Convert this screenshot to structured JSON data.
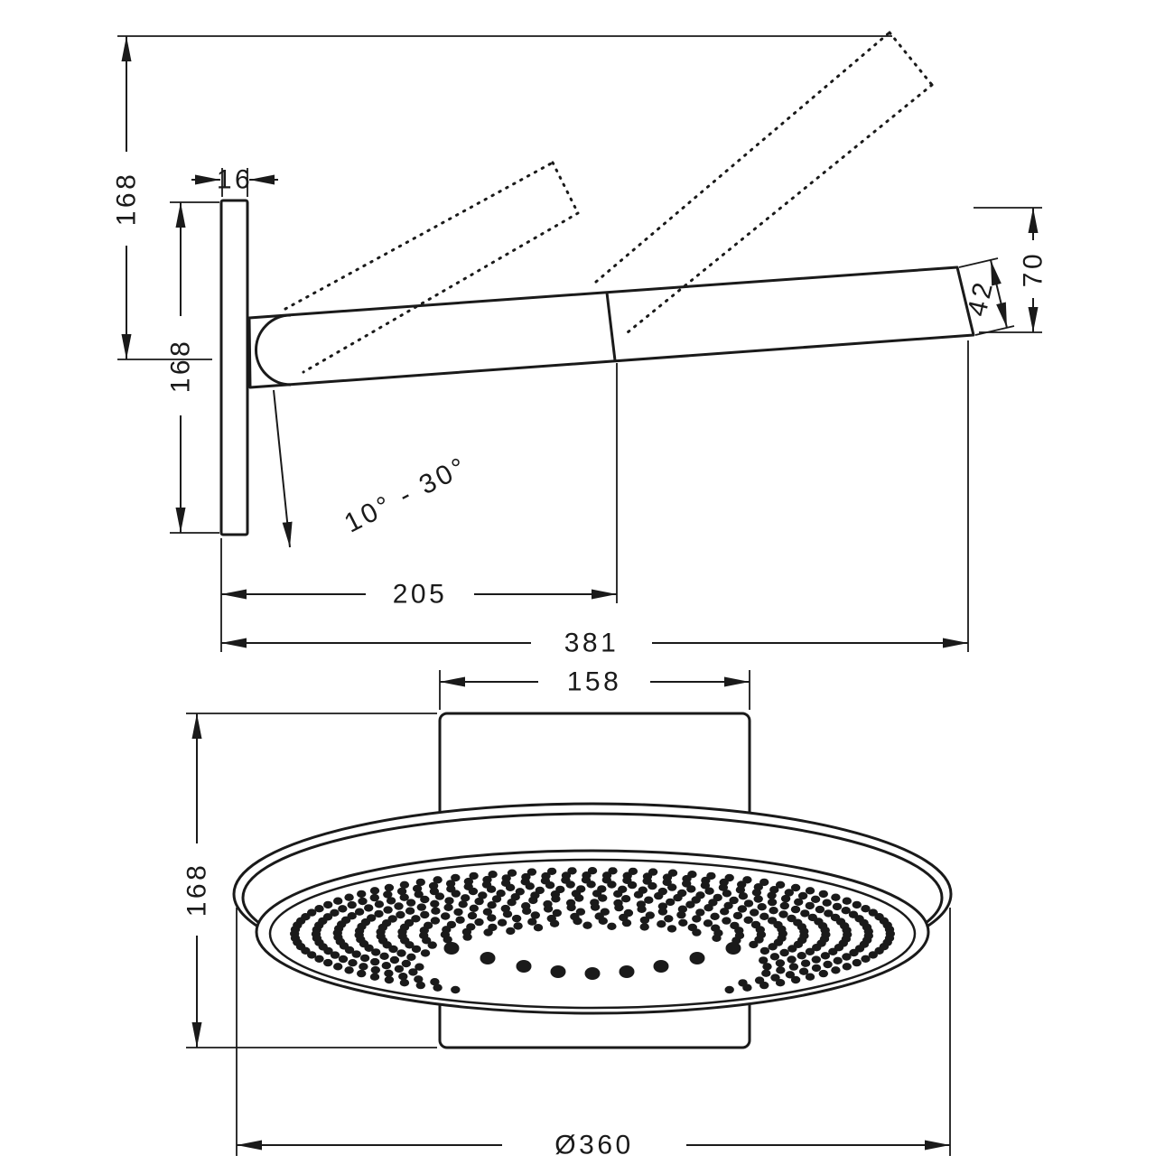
{
  "drawing": {
    "background": "#ffffff",
    "line_color": "#1a1a1a",
    "side_view": {
      "dim_height_above_arm": "168",
      "dim_plate_height": "168",
      "dim_plate_thickness": "16",
      "dim_tip_rise": "70",
      "dim_arm_end_width": "42",
      "dim_joint_distance": "205",
      "dim_total_projection": "381",
      "angle_range": "10° - 30°"
    },
    "front_view": {
      "dim_bracket_width": "158",
      "dim_body_height": "168",
      "dim_diameter": "Ø360"
    }
  }
}
